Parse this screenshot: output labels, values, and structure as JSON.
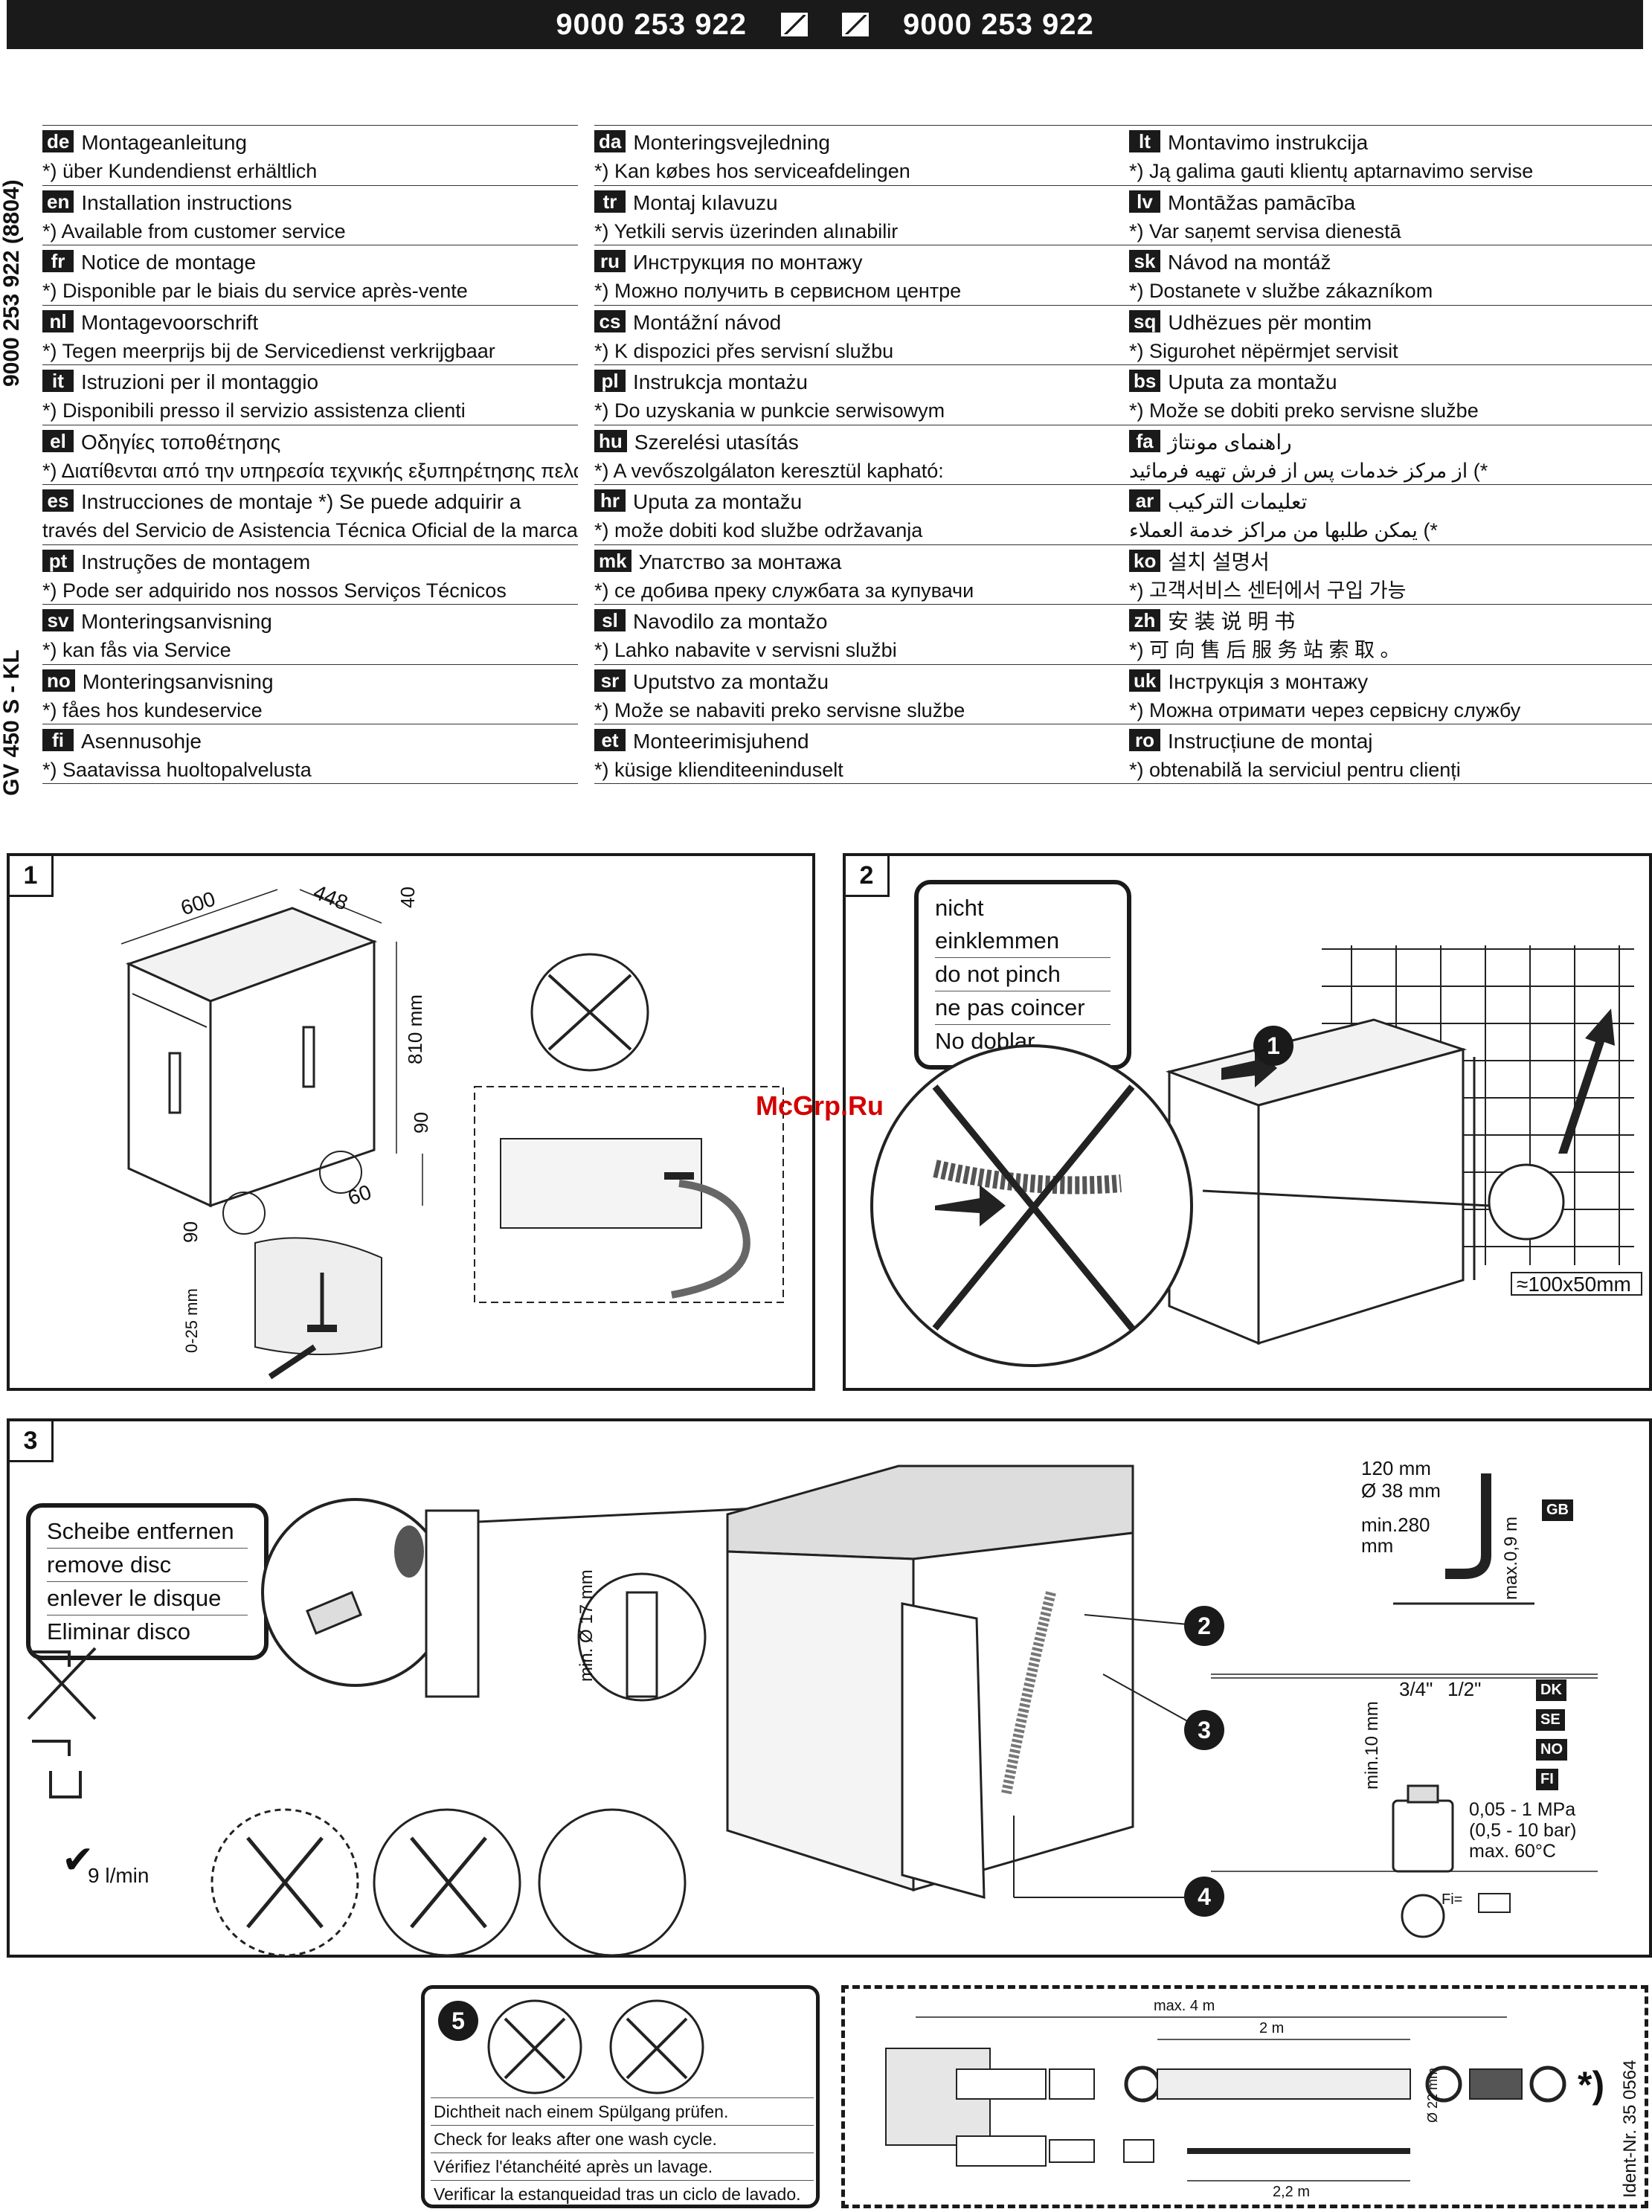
{
  "header": {
    "doc_number_left": "9000 253 922",
    "doc_number_right": "9000 253 922"
  },
  "side": {
    "doc_code": "9000 253 922  (8804)",
    "model": "GV 450 S - KL"
  },
  "languages": {
    "col1": [
      {
        "code": "de",
        "title": "Montageanleitung",
        "note": "*) über Kundendienst erhältlich"
      },
      {
        "code": "en",
        "title": "Installation instructions",
        "note": "*) Available from customer service"
      },
      {
        "code": "fr",
        "title": "Notice de montage",
        "note": "*) Disponible par le biais du service après-vente"
      },
      {
        "code": "nl",
        "title": "Montagevoorschrift",
        "note": "*) Tegen meerprijs bij de Servicedienst verkrijgbaar"
      },
      {
        "code": "it",
        "title": "Istruzioni per il montaggio",
        "note": "*) Disponibili presso il servizio assistenza clienti"
      },
      {
        "code": "el",
        "title": "Οδηγίες τοποθέτησης",
        "note": "*) Διατίθενται από την υπηρεσία τεχνικής εξυπηρέτησης πελατών"
      },
      {
        "code": "es",
        "title": "Instrucciones de montaje    *) Se puede adquirir a",
        "note": "través del Servicio de Asistencia Técnica Oficial de la marca"
      },
      {
        "code": "pt",
        "title": "Instruções de montagem",
        "note": "*) Pode ser adquirido nos nossos Serviços Técnicos"
      },
      {
        "code": "sv",
        "title": "Monteringsanvisning",
        "note": "*) kan fås via Service"
      },
      {
        "code": "no",
        "title": "Monteringsanvisning",
        "note": "*) fåes hos kundeservice"
      },
      {
        "code": "fi",
        "title": "Asennusohje",
        "note": "*) Saatavissa huoltopalvelusta"
      }
    ],
    "col2": [
      {
        "code": "da",
        "title": "Monteringsvejledning",
        "note": "*) Kan købes hos serviceafdelingen"
      },
      {
        "code": "tr",
        "title": "Montaj kılavuzu",
        "note": "*) Yetkili servis üzerinden alınabilir"
      },
      {
        "code": "ru",
        "title": "Инструкция по монтажу",
        "note": "*) Можно получить в сервисном центре"
      },
      {
        "code": "cs",
        "title": "Montážní návod",
        "note": "*) K dispozici přes servisní službu"
      },
      {
        "code": "pl",
        "title": "Instrukcja montażu",
        "note": "*) Do uzyskania w punkcie serwisowym"
      },
      {
        "code": "hu",
        "title": "Szerelési utasítás",
        "note": "*) A vevőszolgálaton keresztül kapható:"
      },
      {
        "code": "hr",
        "title": "Uputa za montažu",
        "note": "*) može dobiti kod službe održavanja"
      },
      {
        "code": "mk",
        "title": "Упатство за монтажа",
        "note": "*) се добива преку службата за купувачи"
      },
      {
        "code": "sl",
        "title": "Navodilo za montažo",
        "note": "*) Lahko nabavite v servisni službi"
      },
      {
        "code": "sr",
        "title": "Uputstvo za montažu",
        "note": "*) Može se nabaviti preko servisne službe"
      },
      {
        "code": "et",
        "title": "Monteerimisjuhend",
        "note": "*) küsige klienditeeninduselt"
      }
    ],
    "col3": [
      {
        "code": "lt",
        "title": "Montavimo instrukcija",
        "note": "*) Ją galima gauti klientų aptarnavimo servise"
      },
      {
        "code": "lv",
        "title": "Montāžas pamācība",
        "note": "*) Var saņemt servisa dienestā"
      },
      {
        "code": "sk",
        "title": "Návod na montáž",
        "note": "*) Dostanete v službe zákazníkom"
      },
      {
        "code": "sq",
        "title": "Udhëzues për montim",
        "note": "*) Sigurohet nëpërmjet servisit"
      },
      {
        "code": "bs",
        "title": "Uputa za montažu",
        "note": "*) Može se dobiti preko servisne službe"
      },
      {
        "code": "fa",
        "title": "راهنمای مونتاژ",
        "note": "*) از مرکز خدمات پس از فرش تهیه فرمائید"
      },
      {
        "code": "ar",
        "title": "تعليمات التركيب",
        "note": "*) يمكن طلبها من مراكز خدمة العملاء"
      },
      {
        "code": "ko",
        "title": "설치 설명서",
        "note": "*) 고객서비스 센터에서 구입 가능"
      },
      {
        "code": "zh",
        "title": "安 装 说 明 书",
        "note": "*) 可 向 售 后 服 务 站 索 取 。"
      },
      {
        "code": "uk",
        "title": "Інструкція з монтажу",
        "note": "*) Можна отримати через сервісну службу"
      },
      {
        "code": "ro",
        "title": "Instrucțiune de montaj",
        "note": "*) obtenabilă la serviciul pentru clienți"
      }
    ]
  },
  "panel1": {
    "number": "1",
    "dims": {
      "width": "600",
      "depth": "448",
      "top": "40",
      "height": "810 mm",
      "side_gap": "90",
      "depth_gap": "60",
      "base": "90",
      "adjust": "0-25 mm"
    }
  },
  "panel2": {
    "number": "2",
    "warning": [
      "nicht einklemmen",
      "do not pinch",
      "ne pas coincer",
      "No doblar"
    ],
    "step": "1",
    "dim": "≈100x50mm"
  },
  "panel3": {
    "number": "3",
    "remove_disc": [
      "Scheibe entfernen",
      "remove disc",
      "enlever le disque",
      "Eliminar disco"
    ],
    "flow": "9 l/min",
    "min_diam": "min. Ø 17 mm",
    "steps": [
      "2",
      "3",
      "4"
    ],
    "drain": {
      "a": "120 mm",
      "b": "Ø 38 mm",
      "c": "min.280",
      "c_unit": "mm",
      "max": "max.0,9 m",
      "country": "GB"
    },
    "thread": {
      "a": "3/4\"",
      "b": "1/2\"",
      "min": "min.10 mm",
      "countries": [
        "DK",
        "SE",
        "NO",
        "FI"
      ]
    },
    "pressure": [
      "0,05 - 1 MPa",
      "(0,5 - 10 bar)",
      "max. 60°C"
    ],
    "fi": "Fi="
  },
  "panel5": {
    "number": "5",
    "notes": [
      "Dichtheit nach einem Spülgang prüfen.",
      "Check for leaks after one wash cycle.",
      "Vérifiez l'étanchéité après un lavage.",
      "Verificar la estanqueidad tras un ciclo de lavado."
    ]
  },
  "accessory": {
    "max": "max. 4 m",
    "len1": "2 m",
    "diam": "Ø 22 mm",
    "len2": "2,2 m",
    "star": "*)"
  },
  "ident": "Ident-Nr. 35 0564",
  "watermark": "McGrp.Ru"
}
